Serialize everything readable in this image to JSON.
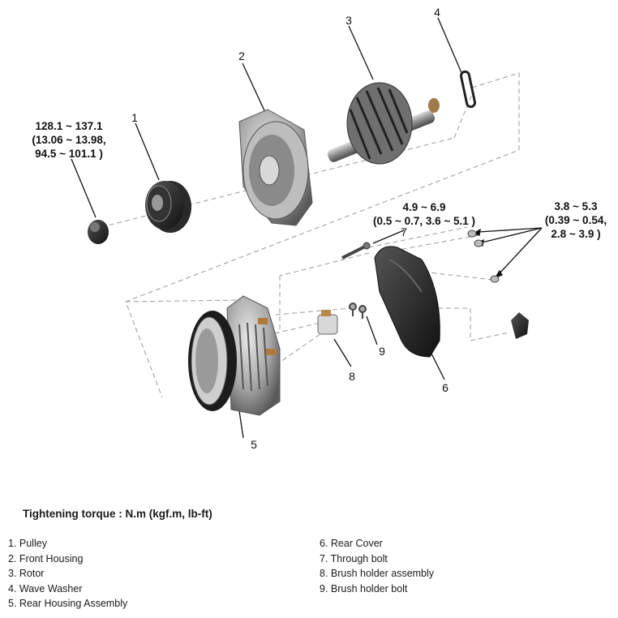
{
  "callouts": {
    "pulley_nut": [
      "128.1 ~ 137.1",
      "(13.06 ~ 13.98,",
      "94.5 ~ 101.1 )"
    ],
    "through_bolt": [
      "4.9 ~ 6.9",
      "(0.5 ~ 0.7, 3.6 ~ 5.1 )"
    ],
    "rear_cover_nuts": [
      "3.8 ~ 5.3",
      "(0.39 ~ 0.54,",
      "2.8 ~ 3.9 )"
    ]
  },
  "part_numbers": [
    "1",
    "2",
    "3",
    "4",
    "5",
    "6",
    "7",
    "8",
    "9"
  ],
  "torque_title": "Tightening torque : N.m (kgf.m, lb-ft)",
  "legend_left": [
    "1. Pulley",
    "2. Front Housing",
    "3. Rotor",
    "4. Wave Washer",
    "5. Rear Housing Assembly"
  ],
  "legend_right": [
    "6. Rear Cover",
    "7. Through bolt",
    "8. Brush holder assembly",
    "9. Brush holder bolt"
  ]
}
